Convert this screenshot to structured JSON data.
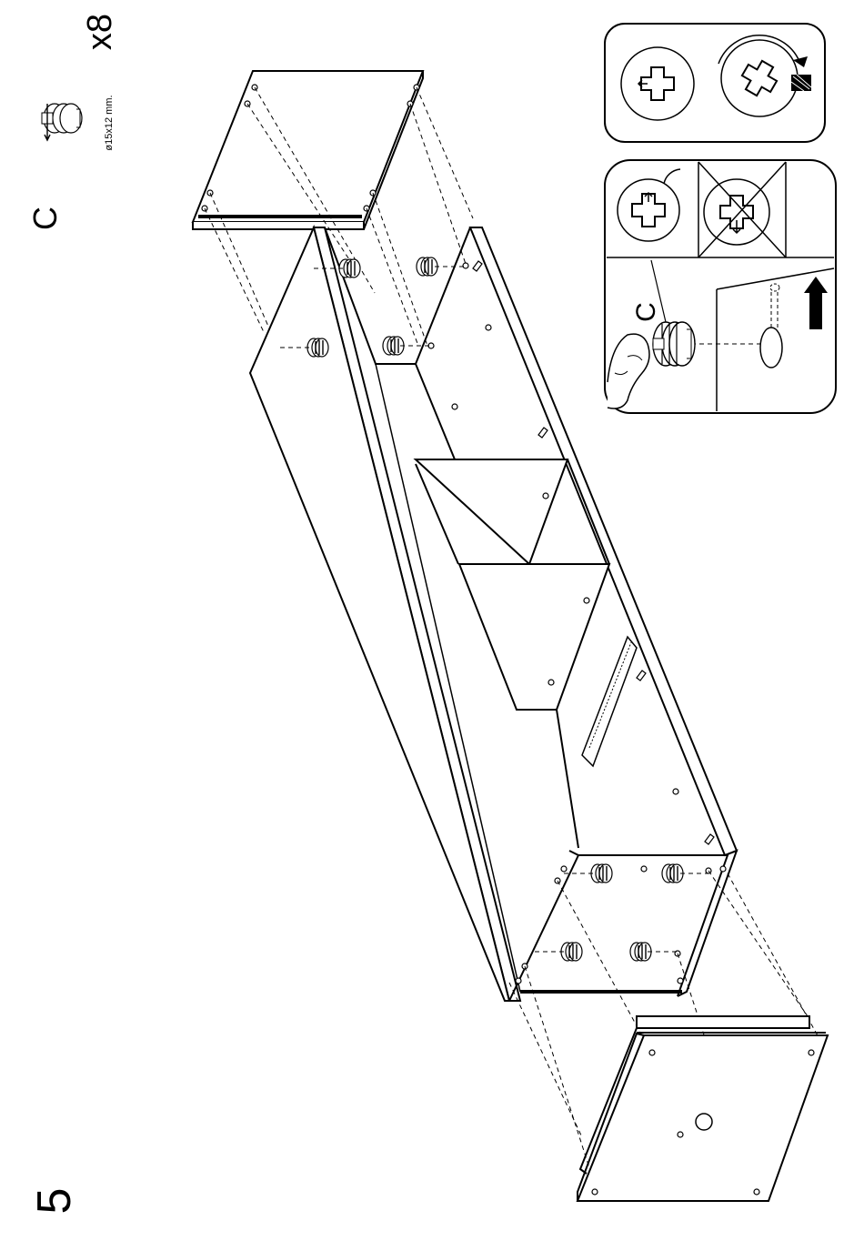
{
  "step": {
    "number": "5"
  },
  "part": {
    "letter": "C",
    "quantity": "x8",
    "dimension": "ø15x12 mm.",
    "icon": "cam-lock-fitting-icon"
  },
  "detail": {
    "letter": "C",
    "icons": {
      "ok_rotation": "cam-rotate-correct-icon",
      "wrong_rotation": "cam-rotate-wrong-icon",
      "screwdriver": "screwdriver-turn-icon",
      "insert_arrow": "insert-direction-arrow-icon",
      "finger": "finger-press-icon"
    }
  },
  "colors": {
    "ink": "#000000",
    "paper": "#ffffff"
  }
}
